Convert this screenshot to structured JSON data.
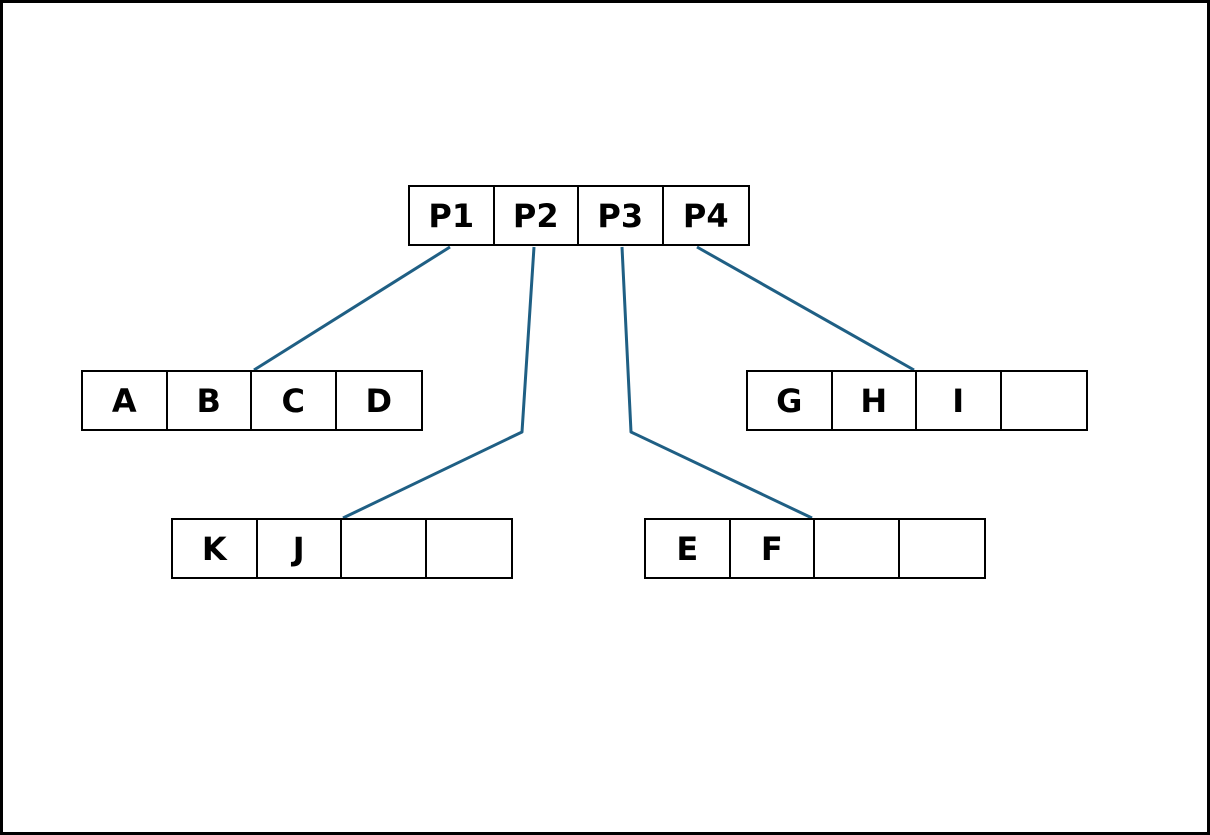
{
  "colors": {
    "arrow": "#1f5f84",
    "border": "#000000",
    "background": "#ffffff"
  },
  "root": {
    "cells": [
      "P1",
      "P2",
      "P3",
      "P4"
    ]
  },
  "children": {
    "abcd": {
      "cells": [
        "A",
        "B",
        "C",
        "D"
      ]
    },
    "kj": {
      "cells": [
        "K",
        "J",
        "",
        ""
      ]
    },
    "ef": {
      "cells": [
        "E",
        "F",
        "",
        ""
      ]
    },
    "ghi": {
      "cells": [
        "G",
        "H",
        "I",
        ""
      ]
    }
  },
  "edges": [
    {
      "from": "P1",
      "to": "abcd"
    },
    {
      "from": "P2",
      "to": "kj"
    },
    {
      "from": "P3",
      "to": "ef"
    },
    {
      "from": "P4",
      "to": "ghi"
    }
  ]
}
